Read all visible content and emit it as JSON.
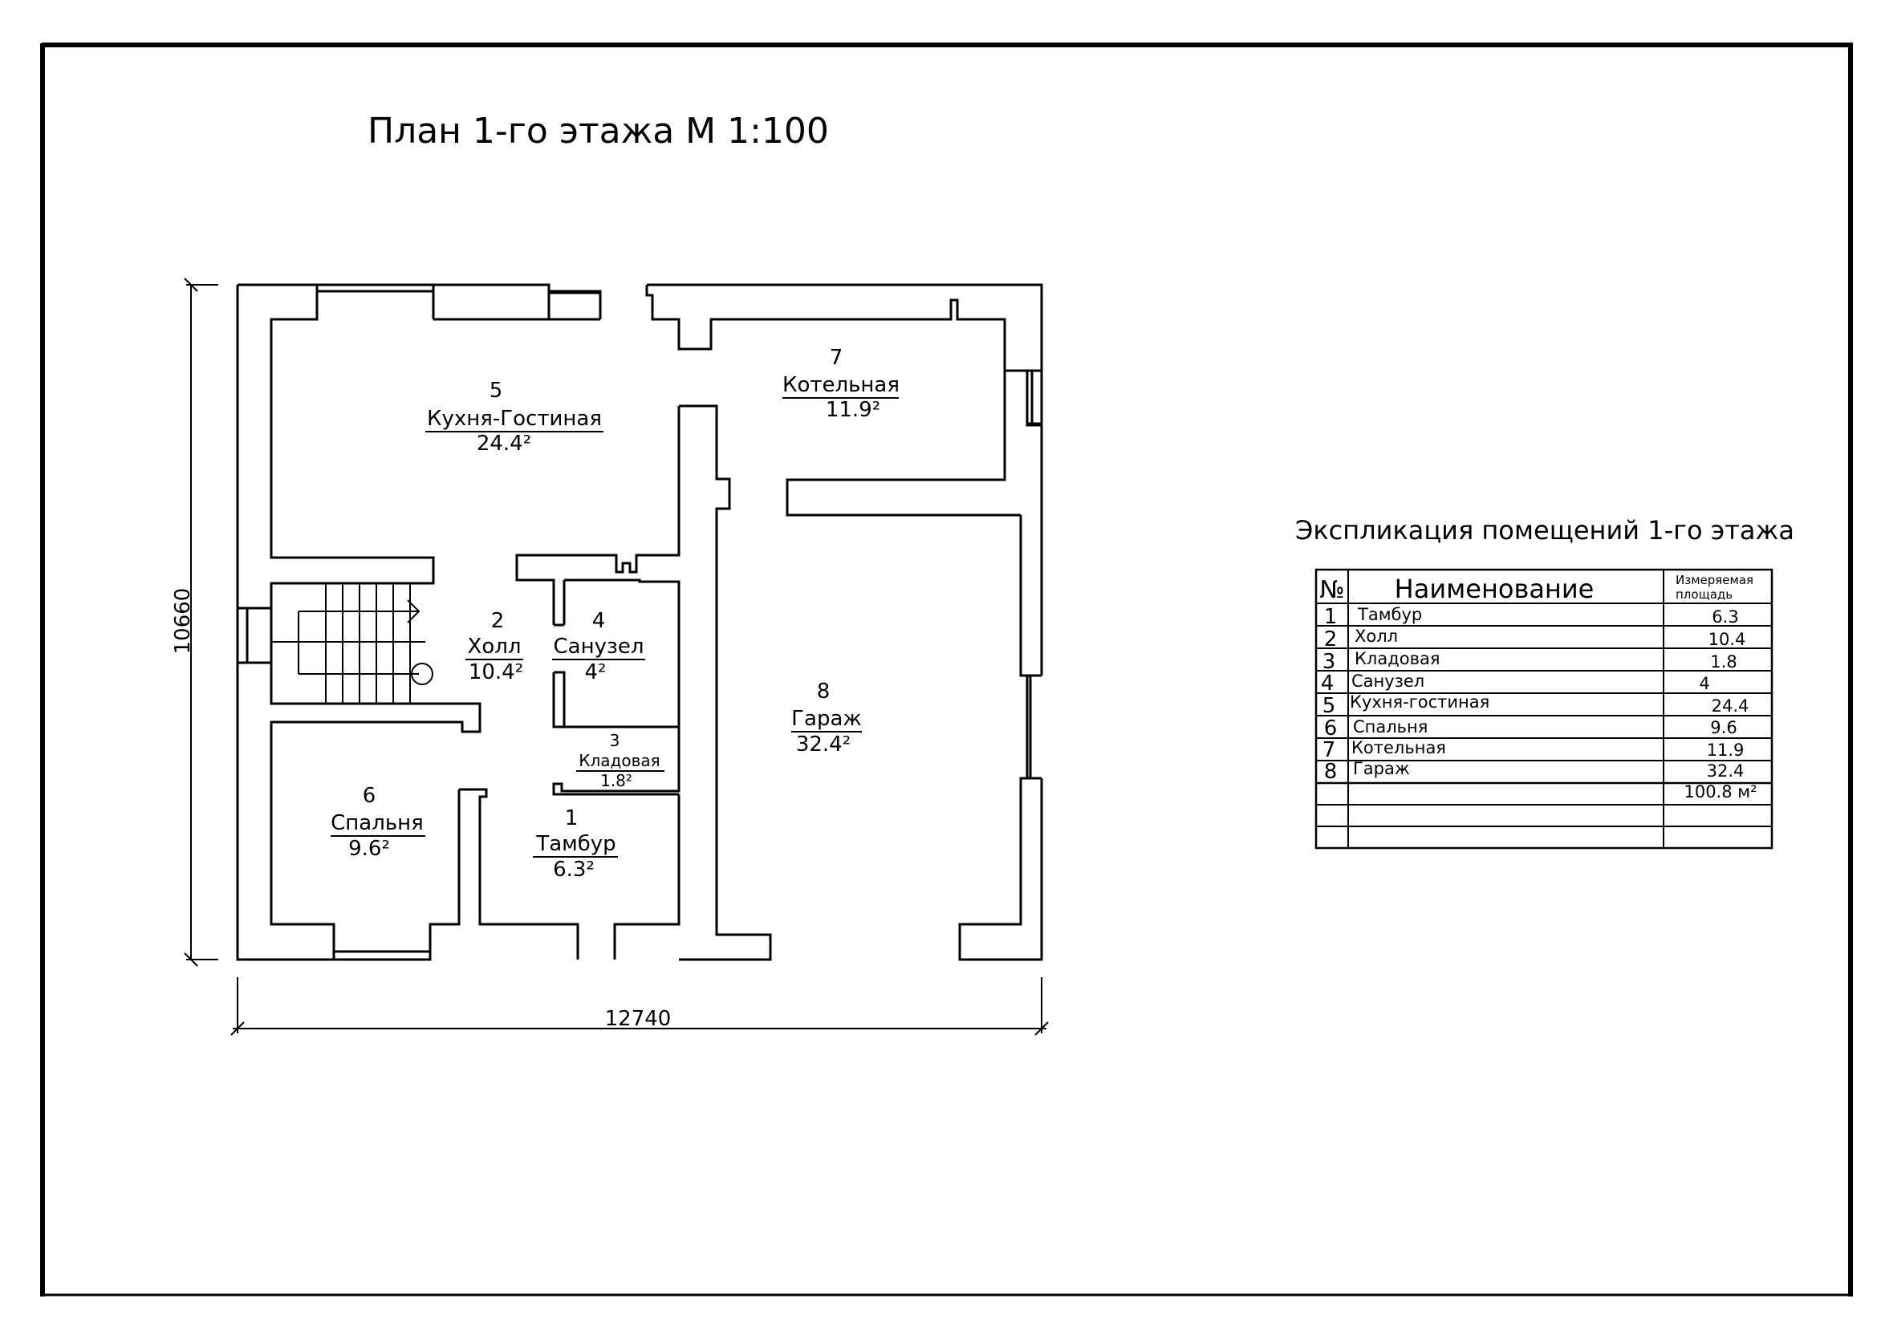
{
  "sheet": {
    "title": "План 1-го этажа М 1:100"
  },
  "dimensions": {
    "width": "12740",
    "height": "10660"
  },
  "rooms": [
    {
      "num": "1",
      "name": "Тамбур",
      "area": "6.3²"
    },
    {
      "num": "2",
      "name": "Холл",
      "area": "10.4²"
    },
    {
      "num": "3",
      "name": "Кладовая",
      "area": "1.8²"
    },
    {
      "num": "4",
      "name": "Санузел",
      "area": "4²"
    },
    {
      "num": "5",
      "name": "Кухня-Гостиная",
      "area": "24.4²"
    },
    {
      "num": "6",
      "name": "Спальня",
      "area": "9.6²"
    },
    {
      "num": "7",
      "name": "Котельная",
      "area": "11.9²"
    },
    {
      "num": "8",
      "name": "Гараж",
      "area": "32.4²"
    }
  ],
  "explication": {
    "title": "Экспликация помещений 1-го этажа",
    "header": {
      "num": "№",
      "name": "Наименование",
      "area_line1": "Измеряемая",
      "area_line2": "площадь"
    },
    "rows": [
      {
        "num": "1",
        "name": "Тамбур",
        "area": "6.3"
      },
      {
        "num": "2",
        "name": "Холл",
        "area": "10.4"
      },
      {
        "num": "3",
        "name": "Кладовая",
        "area": "1.8"
      },
      {
        "num": "4",
        "name": "Санузел",
        "area": "4"
      },
      {
        "num": "5",
        "name": "Кухня-гостиная",
        "area": "24.4"
      },
      {
        "num": "6",
        "name": "Спальня",
        "area": "9.6"
      },
      {
        "num": "7",
        "name": "Котельная",
        "area": "11.9"
      },
      {
        "num": "8",
        "name": "Гараж",
        "area": "32.4"
      }
    ],
    "total": "100.8 м²"
  }
}
